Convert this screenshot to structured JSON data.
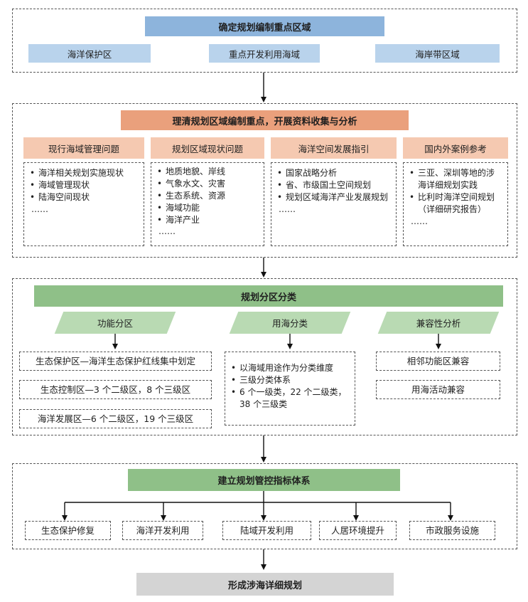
{
  "step1": {
    "title": "确定规划编制重点区域",
    "areas": [
      "海洋保护区",
      "重点开发利用海域",
      "海岸带区域"
    ]
  },
  "step2": {
    "title": "理清规划区域编制重点，开展资料收集与分析",
    "columns": [
      {
        "heading": "现行海域管理问题",
        "items": [
          "海洋相关规划实施现状",
          "海域管理现状",
          "陆海空间现状"
        ],
        "more": "……"
      },
      {
        "heading": "规划区域现状问题",
        "items": [
          "地质地貌、岸线",
          "气象水文、灾害",
          "生态系统、资源",
          "海域功能",
          "海洋产业"
        ],
        "more": "……"
      },
      {
        "heading": "海洋空间发展指引",
        "items": [
          "国家战略分析",
          "省、市级国土空间规划",
          "规划区域海洋产业发展规划"
        ],
        "more": "……"
      },
      {
        "heading": "国内外案例参考",
        "items": [
          "三亚、深圳等地的涉海详细规划实践",
          "比利时海洋空间规划（详细研究报告）"
        ],
        "more": "……"
      }
    ]
  },
  "step3": {
    "title": "规划分区分类",
    "categories": [
      "功能分区",
      "用海分类",
      "兼容性分析"
    ],
    "functional": [
      "生态保护区—海洋生态保护红线集中划定",
      "生态控制区—3 个二级区，8 个三级区",
      "海洋发展区—6 个二级区，19 个三级区"
    ],
    "sea_use": [
      "以海域用途作为分类维度",
      "三级分类体系",
      "6 个一级类，22 个二级类，38 个三级类"
    ],
    "compatibility": [
      "相邻功能区兼容",
      "用海活动兼容"
    ]
  },
  "step4": {
    "title": "建立规划管控指标体系",
    "indicators": [
      "生态保护修复",
      "海洋开发利用",
      "陆域开发利用",
      "人居环境提升",
      "市政服务设施"
    ]
  },
  "final": {
    "title": "形成涉海详细规划"
  }
}
